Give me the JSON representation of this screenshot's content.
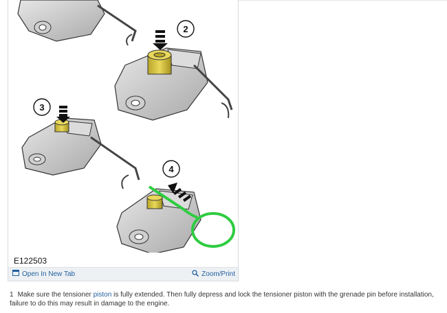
{
  "figure": {
    "callouts": [
      "2",
      "3",
      "4"
    ],
    "figure_id": "E122503",
    "open_tab_label": "Open In New Tab",
    "zoom_label": "Zoom/Print"
  },
  "instruction": {
    "step": "1",
    "text_before": "Make sure the tensioner ",
    "link": "piston",
    "text_after": " is fully extended. Then fully depress and lock the tensioner piston with the grenade pin before installation, failure to do this may result in damage to the engine."
  },
  "colors": {
    "link": "#1f5f9e",
    "piston_yellow": "#d6c23a",
    "pin_green": "#2ecc40",
    "body_grey": "#c9c9c9"
  }
}
